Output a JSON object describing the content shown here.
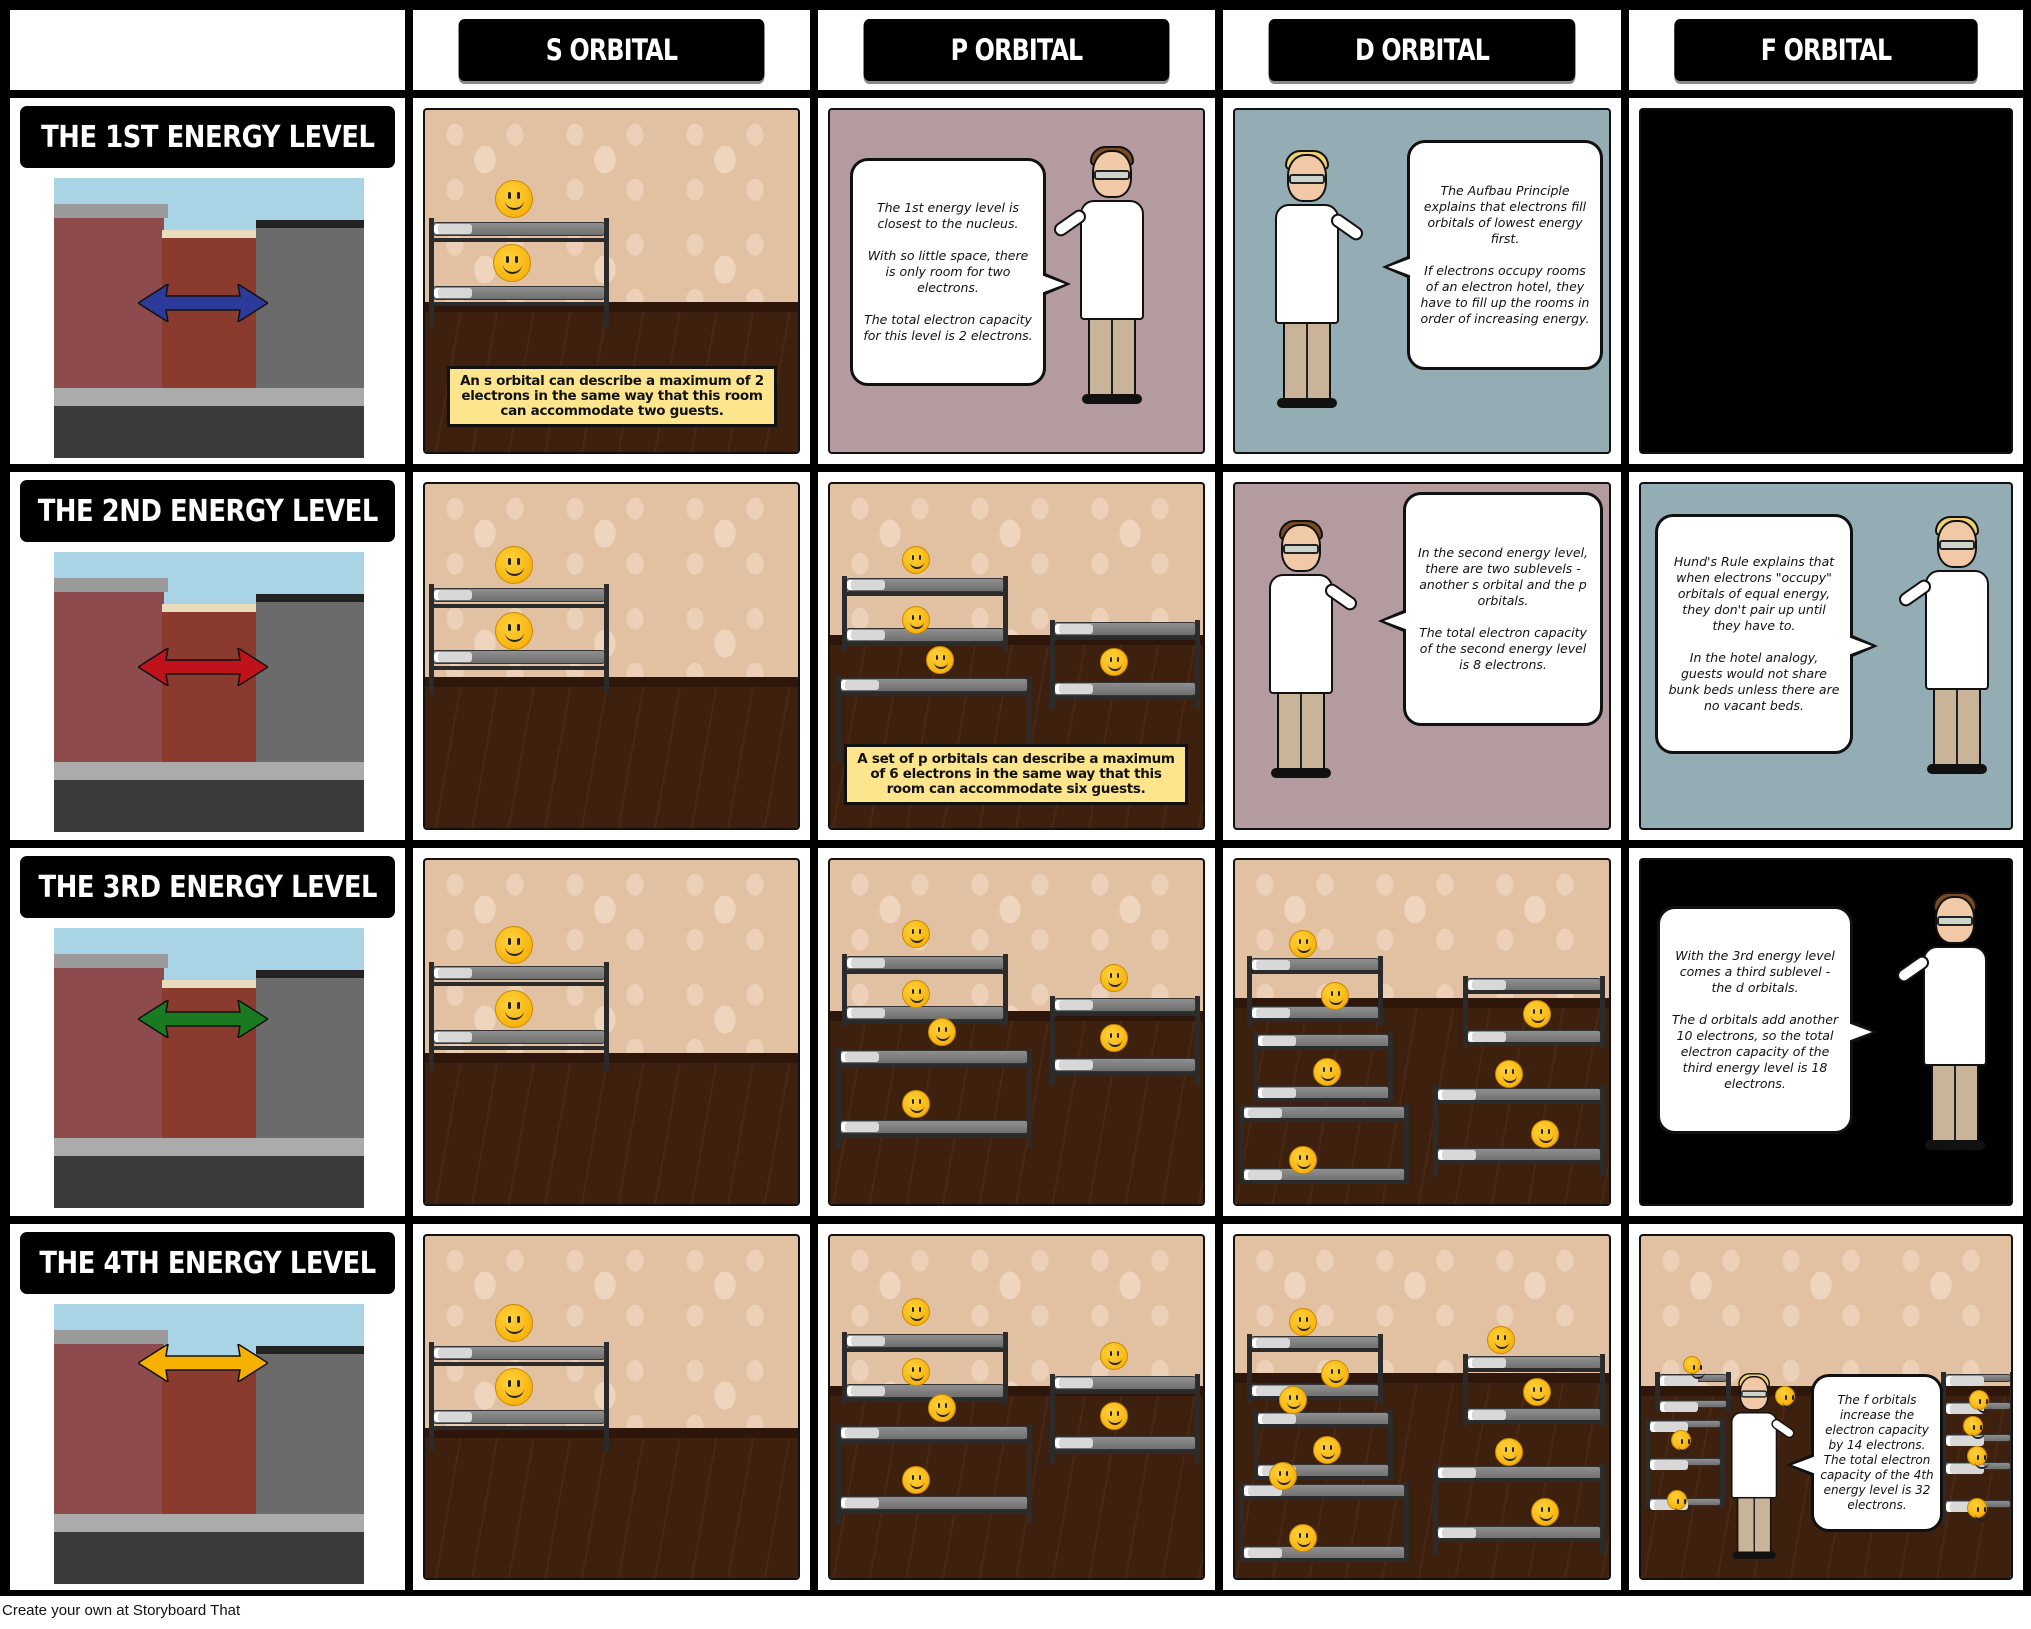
{
  "columns": [
    {
      "label": ""
    },
    {
      "label": "S ORBITAL"
    },
    {
      "label": "P ORBITAL"
    },
    {
      "label": "D ORBITAL"
    },
    {
      "label": "F ORBITAL"
    }
  ],
  "rows": [
    {
      "title": "THE 1ST ENERGY LEVEL",
      "arrow_color": "#2c3a9a",
      "s": {
        "electrons": 2,
        "caption": "An s orbital can describe a maximum of 2 electrons in the same way that this room can accommodate two guests."
      },
      "p": {
        "background": "#b49ba0",
        "bubble": "The 1st energy level is closest to the nucleus.\n\nWith so little space, there is only room for two electrons.\n\nThe total electron capacity for this level is 2 electrons."
      },
      "d": {
        "background": "#94adb4",
        "bubble": "The Aufbau Principle explains that electrons fill orbitals of lowest energy first.\n\nIf electrons occupy rooms of an electron hotel, they have to fill up the rooms in order of increasing energy."
      },
      "f": {
        "background": "#000000"
      }
    },
    {
      "title": "THE 2ND ENERGY LEVEL",
      "arrow_color": "#c0121a",
      "s": {
        "electrons": 2
      },
      "p": {
        "electrons": 6,
        "caption": "A set of p orbitals can describe a maximum of 6 electrons in the same way that this room can accommodate six guests."
      },
      "d": {
        "background": "#b49ba0",
        "bubble": "In the second energy level, there are two sublevels - another s orbital and the p orbitals.\n\nThe total electron capacity of the second energy level is 8 electrons."
      },
      "f": {
        "background": "#94adb4",
        "bubble": "Hund's Rule explains that when electrons \"occupy\" orbitals of equal energy, they don't pair up until they have to.\n\nIn the hotel analogy, guests would not share bunk beds unless there are no vacant beds."
      }
    },
    {
      "title": "THE 3RD ENERGY LEVEL",
      "arrow_color": "#1a7a22",
      "s": {
        "electrons": 2
      },
      "p": {
        "electrons": 6
      },
      "d": {
        "electrons": 10
      },
      "f": {
        "background": "#000000",
        "bubble": "With the 3rd energy level comes a third sublevel - the d orbitals.\n\nThe d orbitals add another 10 electrons, so the total electron capacity of the third energy level is 18 electrons."
      }
    },
    {
      "title": "THE 4TH ENERGY LEVEL",
      "arrow_color": "#f5b000",
      "s": {
        "electrons": 2
      },
      "p": {
        "electrons": 6
      },
      "d": {
        "electrons": 10
      },
      "f": {
        "electrons": 14,
        "bubble": "The f orbitals increase the electron capacity by 14 electrons. The total electron capacity of the 4th energy level is 32 electrons."
      }
    }
  ],
  "footer": "Create your own at Storyboard That"
}
